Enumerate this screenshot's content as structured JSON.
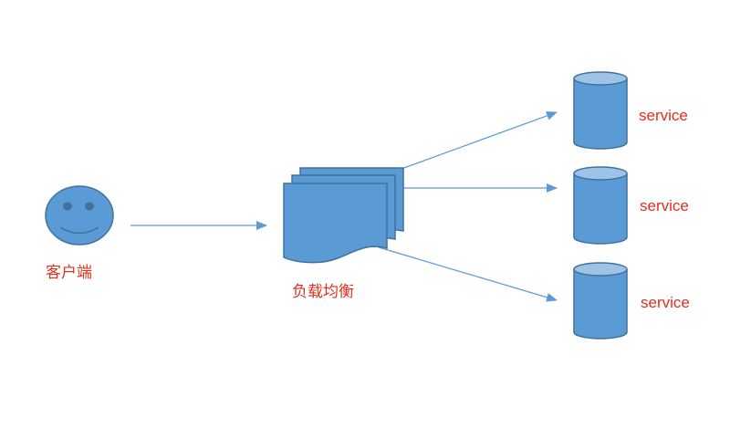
{
  "colors": {
    "fill": "#5b9bd5",
    "fill_light": "#9dc3e6",
    "stroke": "#41719c",
    "arrow": "#5b9bd5",
    "label": "#e0301e"
  },
  "nodes": {
    "client": {
      "label": "客户端",
      "icon": "smiley-face-icon"
    },
    "load_balancer": {
      "label": "负载均衡",
      "icon": "multi-document-icon"
    },
    "services": [
      {
        "label": "service",
        "icon": "cylinder-database-icon"
      },
      {
        "label": "service",
        "icon": "cylinder-database-icon"
      },
      {
        "label": "service",
        "icon": "cylinder-database-icon"
      }
    ]
  },
  "edges": [
    {
      "from": "client",
      "to": "load_balancer"
    },
    {
      "from": "load_balancer",
      "to": "services.0"
    },
    {
      "from": "load_balancer",
      "to": "services.1"
    },
    {
      "from": "load_balancer",
      "to": "services.2"
    }
  ]
}
